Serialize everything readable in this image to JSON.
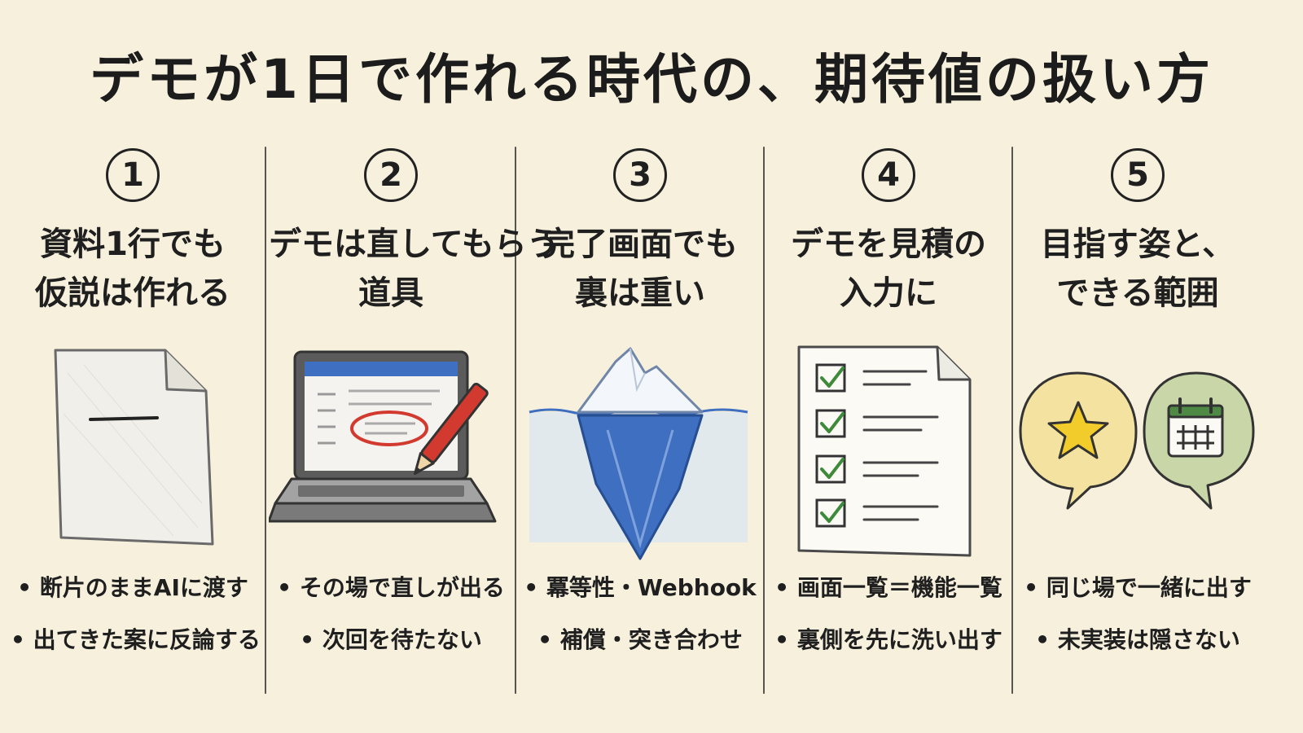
{
  "title": "デモが1日で作れる時代の、期待値の扱い方",
  "columns": [
    {
      "number": "1",
      "heading": [
        "資料1行でも",
        "仮説は作れる"
      ],
      "icon": "document-icon",
      "bullets": [
        "断片のままAIに渡す",
        "出てきた案に反論する"
      ]
    },
    {
      "number": "2",
      "heading": [
        "デモは直してもらう",
        "道具"
      ],
      "icon": "laptop-pencil-icon",
      "bullets": [
        "その場で直しが出る",
        "次回を待たない"
      ]
    },
    {
      "number": "3",
      "heading": [
        "完了画面でも",
        "裏は重い"
      ],
      "icon": "iceberg-icon",
      "bullets": [
        "冪等性・Webhook",
        "補償・突き合わせ"
      ]
    },
    {
      "number": "4",
      "heading": [
        "デモを見積の",
        "入力に"
      ],
      "icon": "checklist-icon",
      "bullets": [
        "画面一覧＝機能一覧",
        "裏側を先に洗い出す"
      ]
    },
    {
      "number": "5",
      "heading": [
        "目指す姿と、",
        "できる範囲"
      ],
      "icon": "speech-bubbles-star-calendar-icon",
      "bullets": [
        "同じ場で一緒に出す",
        "未実装は隠さない"
      ]
    }
  ],
  "colors": {
    "background": "#f6f0dc",
    "ink": "#1f1f1f",
    "iceberg_blue": "#3f6fc0",
    "check_green": "#3d8a3a",
    "pen_red": "#d23a2f",
    "star_yellow": "#f2cc2a"
  }
}
